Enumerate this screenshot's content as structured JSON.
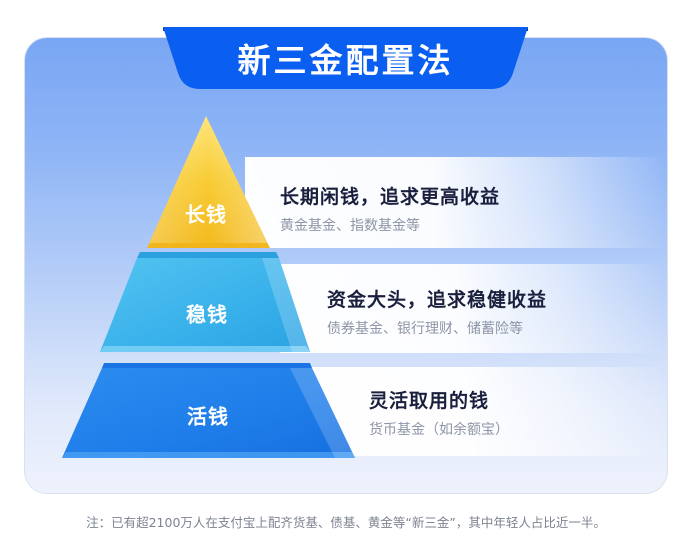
{
  "title": "新三金配置法",
  "colors": {
    "title_tab": "#0a5ef0",
    "card_top": "#79a6f4",
    "card_bottom": "#eef2fc",
    "tier_long": "#f7c52d",
    "tier_stable": "#3ab2ea",
    "tier_liquid": "#1f7ce8",
    "heading_text": "#1a1f3d",
    "sub_text": "#8d95a6"
  },
  "tiers": [
    {
      "label": "长钱",
      "heading": "长期闲钱，追求更高收益",
      "examples": "黄金基金、指数基金等",
      "color": "#f7c52d"
    },
    {
      "label": "稳钱",
      "heading": "资金大头，追求稳健收益",
      "examples": "债券基金、银行理财、储蓄险等",
      "color": "#3ab2ea"
    },
    {
      "label": "活钱",
      "heading": "灵活取用的钱",
      "examples": "货币基金（如余额宝）",
      "color": "#1f7ce8"
    }
  ],
  "footnote": "注：已有超2100万人在支付宝上配齐货基、债基、黄金等“新三金”，其中年轻人占比近一半。"
}
